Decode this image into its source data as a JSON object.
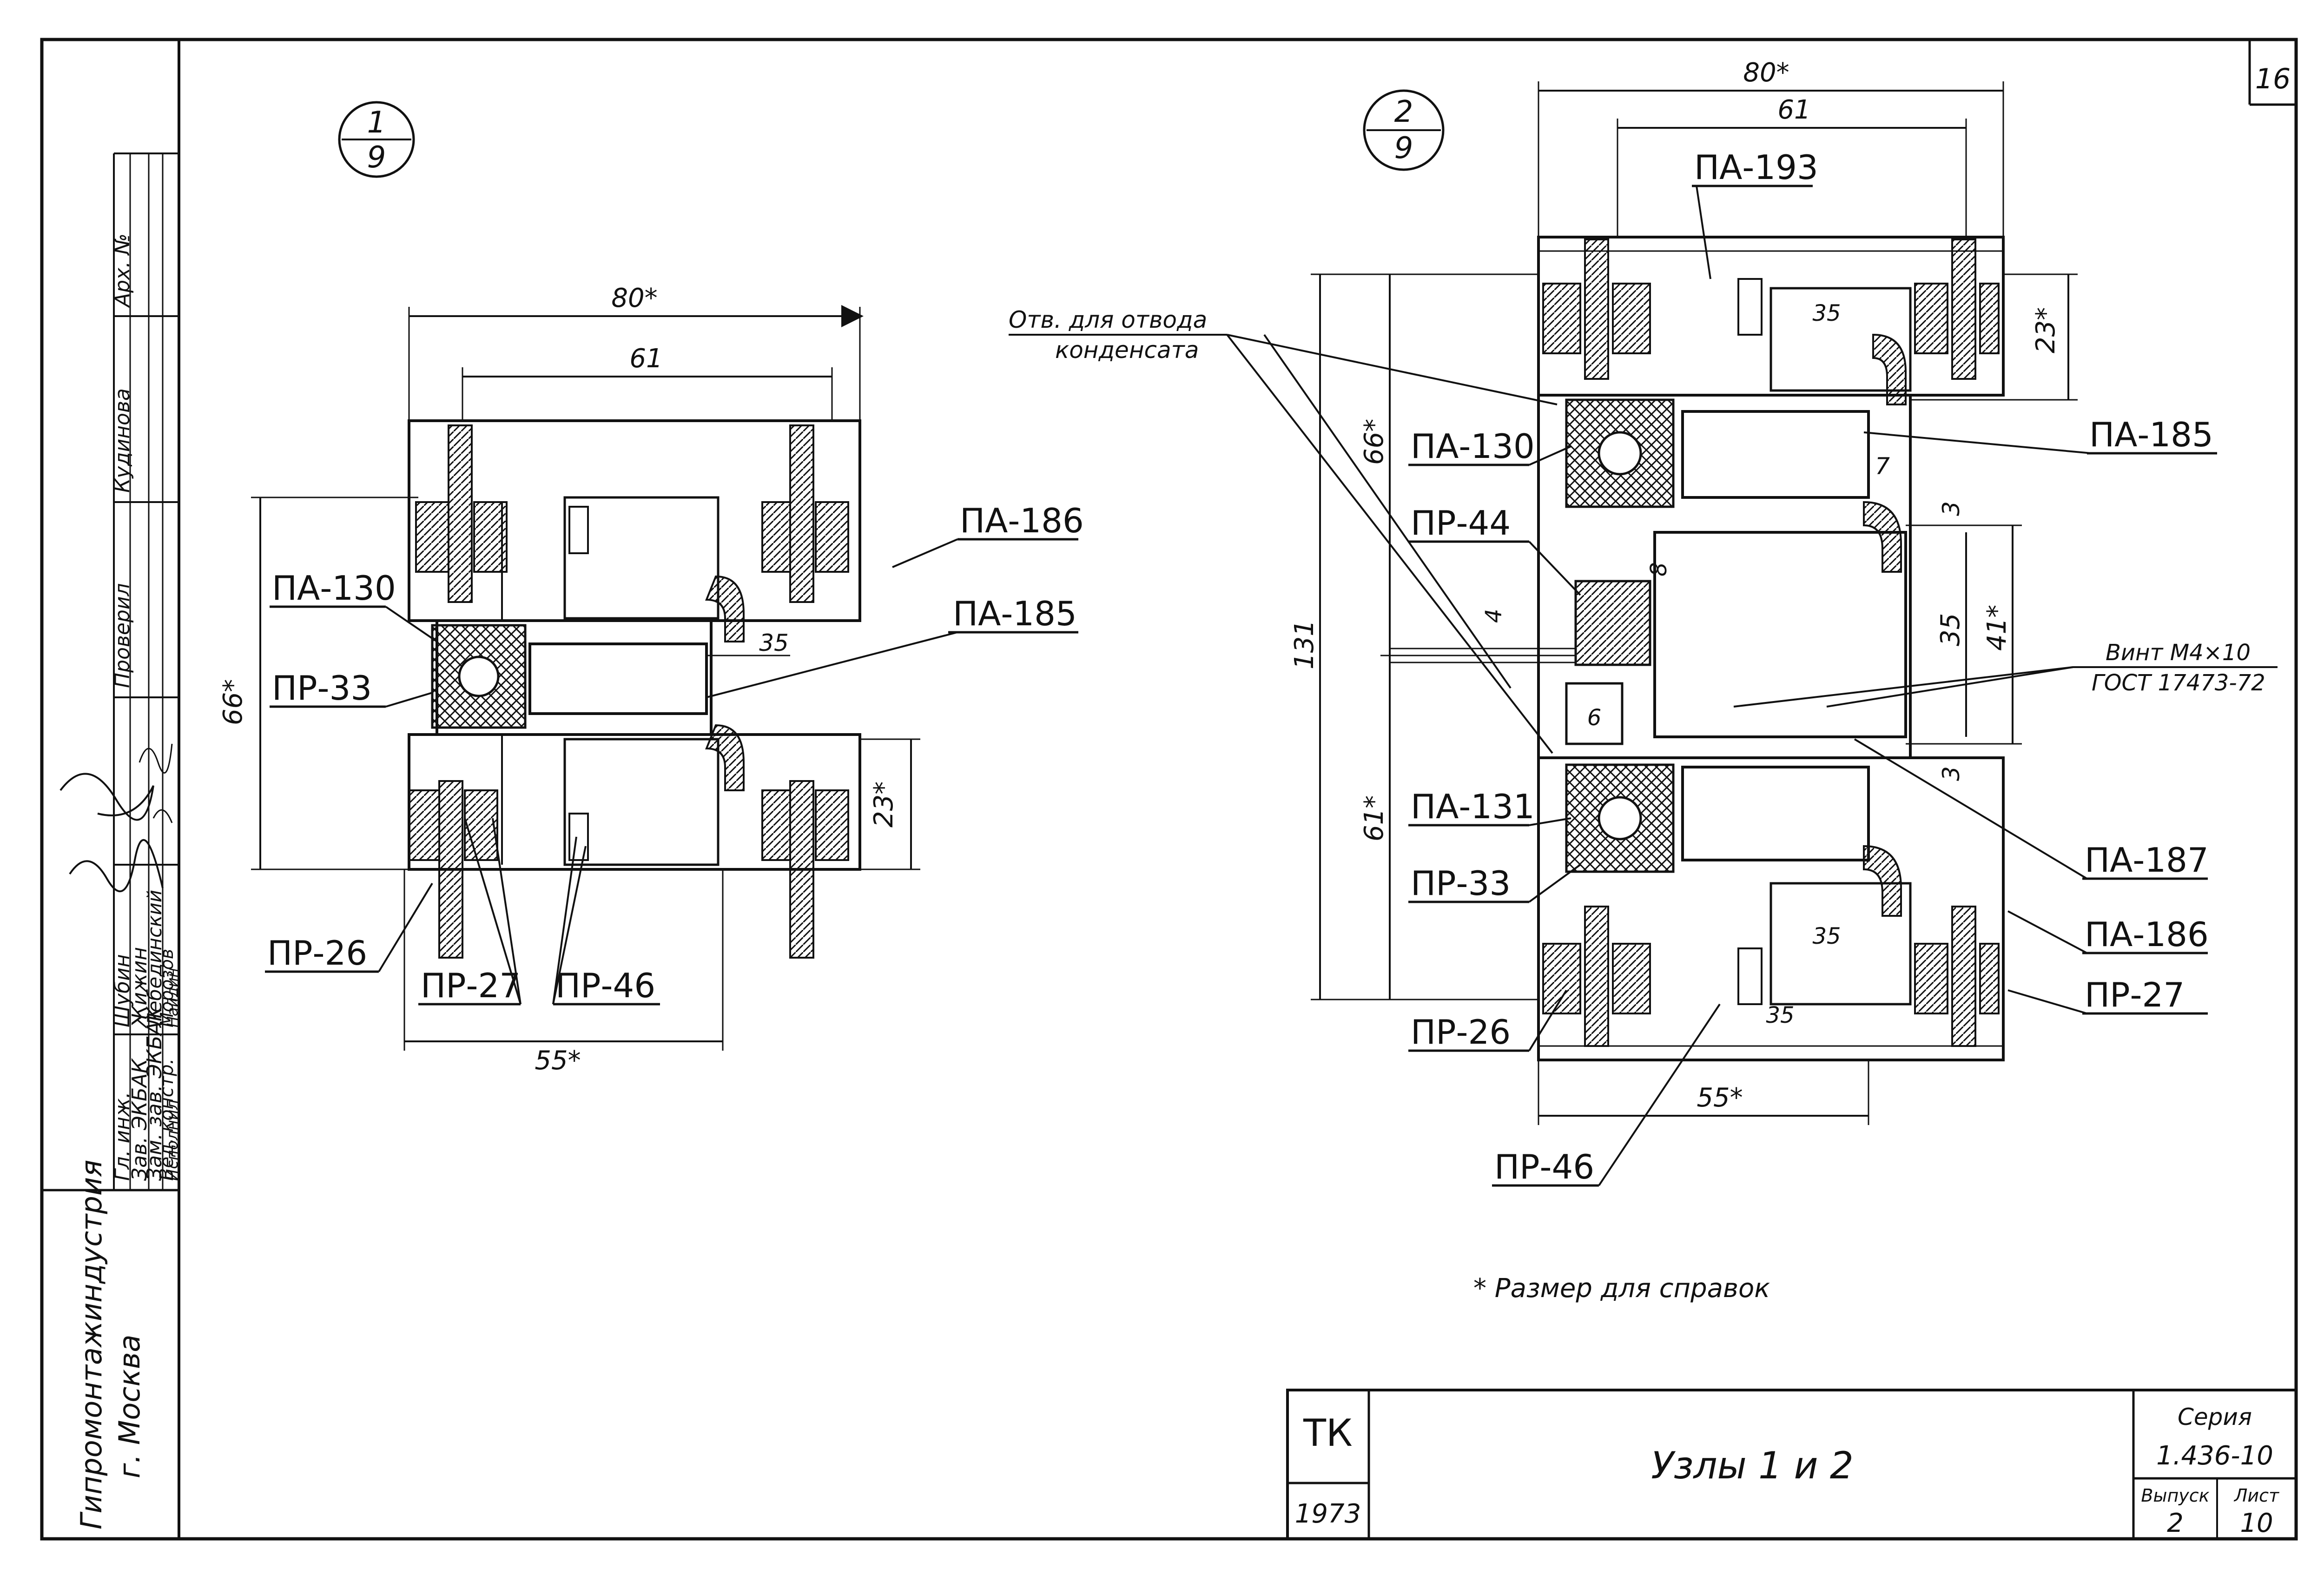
{
  "page_number": "16",
  "node_1": {
    "mark_top": "1",
    "mark_bottom": "9",
    "dims": {
      "width_total": "80*",
      "width_inner": "61",
      "width_bottom": "55*",
      "height_total": "66*",
      "height_side": "23*",
      "gap": "35"
    },
    "labels": [
      "ПА-186",
      "ПА-185",
      "ПА-130",
      "ПР-33",
      "ПР-26",
      "ПР-27",
      "ПР-46"
    ]
  },
  "node_2": {
    "mark_top": "2",
    "mark_bottom": "9",
    "dims": {
      "width_total": "80*",
      "width_inner": "61",
      "width_bottom": "55*",
      "height_total": "131",
      "height_upper": "66*",
      "height_lower": "61*",
      "height_side_top": "23*",
      "height_mid": "35",
      "height_mid_total": "41*",
      "dim_3_top": "3",
      "dim_3_bottom": "3",
      "dim_7": "7",
      "dim_8": "8",
      "dim_4": "4",
      "dim_6": "6",
      "gap_top": "35",
      "gap_bottom": "35",
      "gap_lower": "35"
    },
    "labels": [
      "ПА-193",
      "ПА-185",
      "ПА-130",
      "ПР-44",
      "ПА-131",
      "ПР-33",
      "ПР-26",
      "ПА-187",
      "ПА-186",
      "ПР-27",
      "ПР-46"
    ],
    "note_drain_line1": "Отв. для отвода",
    "note_drain_line2": "конденсата",
    "note_screw_line1": "Винт М4×10",
    "note_screw_line2": "ГОСТ 17473-72"
  },
  "footnote": "* Размер для справок",
  "stamp_left": {
    "org_line1": "Гипромонтажиндустрия",
    "org_line2": "г. Москва",
    "roles": [
      "Гл. инж.",
      "Зав. ЭКБАК",
      "Зам. зав. ЭКБАК",
      "Вед. констр.",
      "Исполнил"
    ],
    "names": [
      "Шубин",
      "Жижин",
      "Лебединский",
      "Морозов",
      "Найдин"
    ],
    "checked_label": "Проверил",
    "checked_name": "Кудинова",
    "archive": "Арх. №"
  },
  "title_block": {
    "code": "ТК",
    "year": "1973",
    "title": "Узлы 1 и 2",
    "series_label": "Серия",
    "series_value": "1.436-10",
    "issue_label": "Выпуск",
    "issue_value": "2",
    "sheet_label": "Лист",
    "sheet_value": "10"
  }
}
